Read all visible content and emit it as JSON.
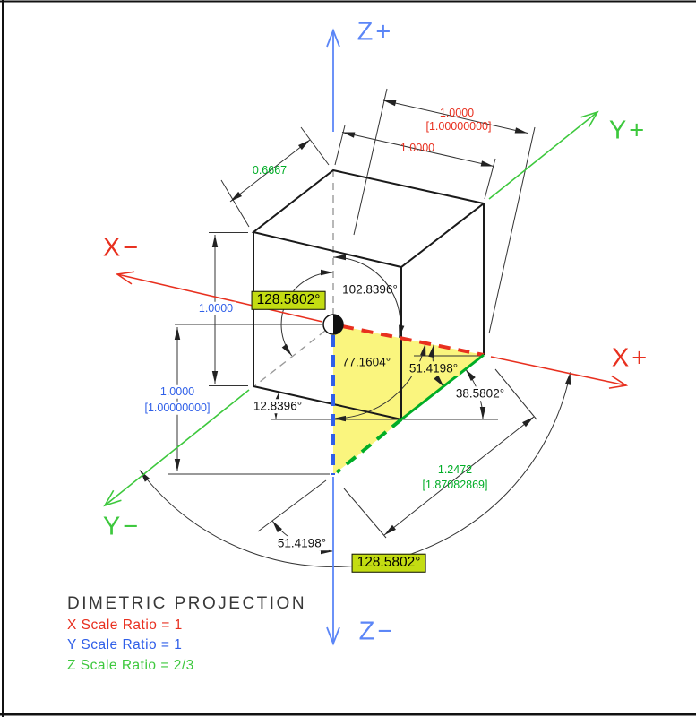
{
  "drawing": {
    "axes": {
      "z_plus": "Z+",
      "z_minus": "Z−",
      "x_plus": "X+",
      "x_minus": "X−",
      "y_plus": "Y+",
      "y_minus": "Y−"
    },
    "dimensions": {
      "x_top": "1.0000",
      "x_bottom": "1.0000",
      "x_bottom_true": "[1.00000000]",
      "y_top": "0.6667",
      "z_left": "1.0000",
      "z_axis": "1.0000",
      "z_axis_true": "[1.00000000]",
      "diagonal": "1.2472",
      "diagonal_true": "[1.87082869]"
    },
    "angles": {
      "z_to_x": "102.8396°",
      "x_to_zminus": "77.1604°",
      "diag_upper": "51.4198°",
      "diag_lower": "51.4198°",
      "diag_to_horizontal": "38.5802°",
      "x_to_horizontal": "12.8396°",
      "highlight_left": "128.5802°",
      "highlight_bottom": "128.5802°"
    },
    "legend": {
      "title": "DIMETRIC PROJECTION",
      "x_ratio": "X Scale Ratio = 1",
      "y_ratio": "Y Scale Ratio = 1",
      "z_ratio": "Z Scale Ratio = 2/3"
    },
    "colors": {
      "red": "#e8301f",
      "blue_axis": "#5b86f7",
      "blue_dim": "#2f5fe8",
      "green_axis": "#3dc83d",
      "green_dim": "#00ad26",
      "yellow_fill": "#faf57e",
      "highlight_bg": "#c3dc12",
      "line": "#1a1a1a",
      "title": "#383838"
    }
  }
}
